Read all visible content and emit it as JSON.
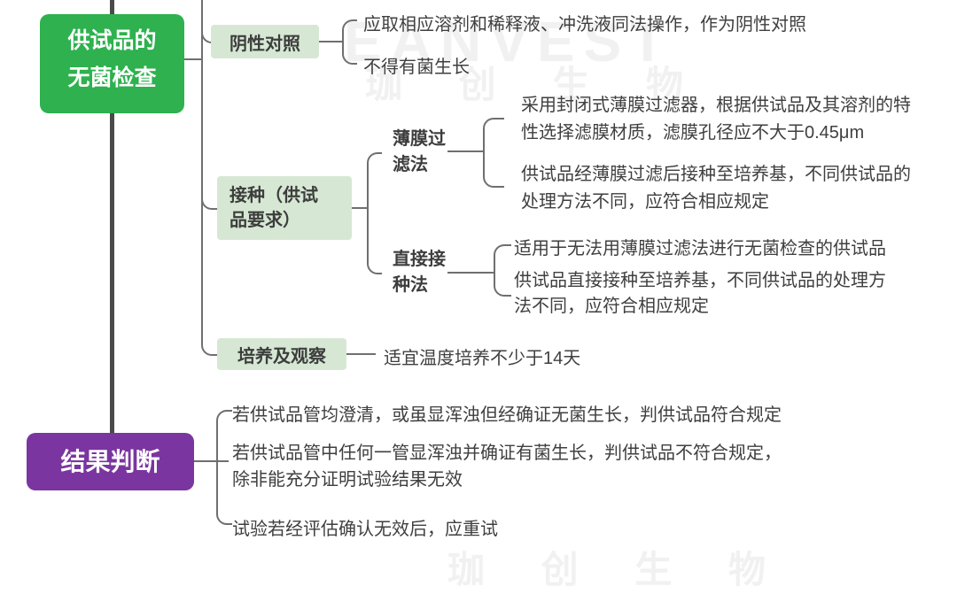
{
  "watermark": {
    "brand_en": "EANVEST",
    "brand_cn": "珈 创 生 物"
  },
  "colors": {
    "root_green": "#2eb14e",
    "node_light_green": "#d6e8d4",
    "result_purple": "#7a35a0",
    "trunk_line": "#4a4a4a",
    "branch_line": "#6f6f6f",
    "text": "#3d3d3d"
  },
  "root": {
    "line1": "供试品的",
    "line2": "无菌检查"
  },
  "negative_control": {
    "label": "阴性对照",
    "item1": "应取相应溶剂和稀释液、冲洗液同法操作，作为阴性对照",
    "item2": "不得有菌生长"
  },
  "inoculation": {
    "label_line1": "接种（供试",
    "label_line2": "品要求）",
    "membrane": {
      "label_line1": "薄膜过",
      "label_line2": "滤法",
      "item1_line1": "采用封闭式薄膜过滤器，根据供试品及其溶剂的特",
      "item1_line2": "性选择滤膜材质，滤膜孔径应不大于0.45μm",
      "item2_line1": "供试品经薄膜过滤后接种至培养基，不同供试品的",
      "item2_line2": "处理方法不同，应符合相应规定"
    },
    "direct": {
      "label_line1": "直接接",
      "label_line2": "种法",
      "item1": "适用于无法用薄膜过滤法进行无菌检查的供试品",
      "item2_line1": "供试品直接接种至培养基，不同供试品的处理方",
      "item2_line2": "法不同，应符合相应规定"
    }
  },
  "culture": {
    "label": "培养及观察",
    "item1": "适宜温度培养不少于14天"
  },
  "result": {
    "label": "结果判断",
    "item1": "若供试品管均澄清，或虽显浑浊但经确证无菌生长，判供试品符合规定",
    "item2_line1": "若供试品管中任何一管显浑浊并确证有菌生长，判供试品不符合规定，",
    "item2_line2": "除非能充分证明试验结果无效",
    "item3": "试验若经评估确认无效后，应重试"
  }
}
